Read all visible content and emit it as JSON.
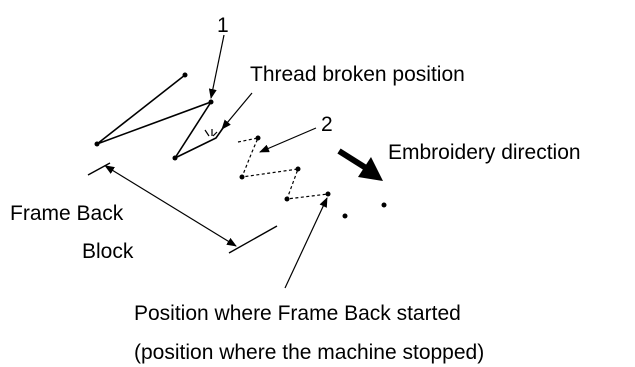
{
  "labels": {
    "marker_1": "1",
    "marker_2": "2",
    "thread_broken": "Thread broken position",
    "embroidery_direction": "Embroidery direction",
    "frame_back_line1": "Frame Back",
    "frame_back_line2": "Block",
    "started_line1": "Position where Frame Back started",
    "started_line2": "(position where the machine stopped)"
  },
  "colors": {
    "ink": "#000000",
    "background": "#ffffff"
  }
}
